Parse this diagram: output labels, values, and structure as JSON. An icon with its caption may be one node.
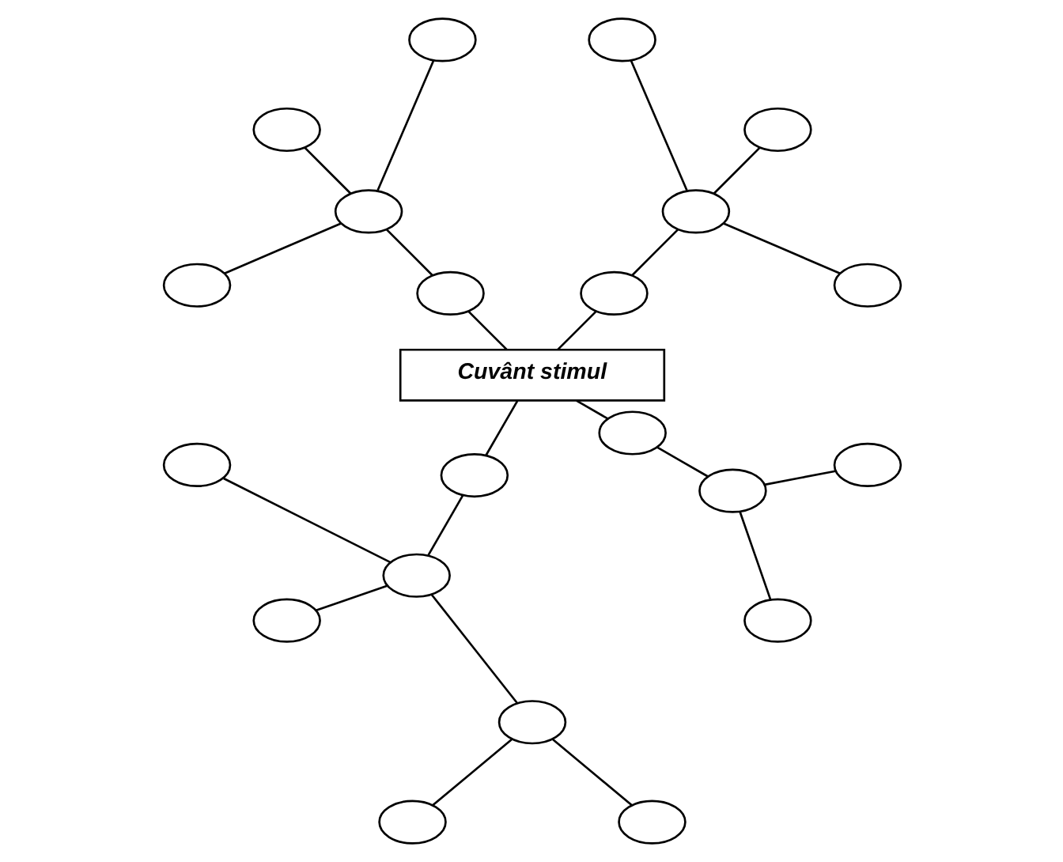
{
  "diagram": {
    "nodes": [
      {
        "text": [
          "Cuvânt stimul"
        ]
      },
      {
        "text": [],
        "shape": "ellipse"
      },
      {
        "text": [],
        "shape": "ellipse"
      },
      {
        "text": [],
        "shape": "ellipse"
      },
      {
        "text": [],
        "shape": "ellipse"
      },
      {
        "text": [],
        "shape": "ellipse"
      },
      {
        "text": [],
        "shape": "ellipse"
      },
      {
        "text": [],
        "shape": "ellipse"
      },
      {
        "text": [],
        "shape": "ellipse"
      },
      {
        "text": [],
        "shape": "ellipse"
      },
      {
        "text": [],
        "shape": "ellipse"
      },
      {
        "text": [],
        "shape": "ellipse"
      },
      {
        "text": [],
        "shape": "ellipse"
      },
      {
        "text": [],
        "shape": "ellipse"
      },
      {
        "text": [],
        "shape": "ellipse"
      },
      {
        "text": [],
        "shape": "ellipse"
      },
      {
        "text": [],
        "shape": "ellipse"
      },
      {
        "text": [],
        "shape": "ellipse"
      },
      {
        "text": [],
        "shape": "ellipse"
      },
      {
        "text": [],
        "shape": "ellipse"
      },
      {
        "text": [],
        "shape": "ellipse"
      },
      {
        "text": [],
        "shape": "ellipse"
      }
    ],
    "edges": [
      {
        "from": 0,
        "to": 8,
        "arrow": "none"
      },
      {
        "from": 8,
        "to": 5,
        "arrow": "none"
      },
      {
        "from": 5,
        "to": 1,
        "arrow": "none"
      },
      {
        "from": 5,
        "to": 2,
        "arrow": "none"
      },
      {
        "from": 5,
        "to": 7,
        "arrow": "none"
      },
      {
        "from": 0,
        "to": 9,
        "arrow": "none"
      },
      {
        "from": 9,
        "to": 6,
        "arrow": "none"
      },
      {
        "from": 6,
        "to": 3,
        "arrow": "none"
      },
      {
        "from": 6,
        "to": 4,
        "arrow": "none"
      },
      {
        "from": 6,
        "to": 10,
        "arrow": "none"
      },
      {
        "from": 0,
        "to": 12,
        "arrow": "none"
      },
      {
        "from": 12,
        "to": 14,
        "arrow": "none"
      },
      {
        "from": 14,
        "to": 11,
        "arrow": "none"
      },
      {
        "from": 14,
        "to": 16,
        "arrow": "none"
      },
      {
        "from": 14,
        "to": 17,
        "arrow": "none"
      },
      {
        "from": 17,
        "to": 20,
        "arrow": "none"
      },
      {
        "from": 17,
        "to": 21,
        "arrow": "none"
      },
      {
        "from": 0,
        "to": 13,
        "arrow": "none"
      },
      {
        "from": 13,
        "to": 15,
        "arrow": "none"
      },
      {
        "from": 15,
        "to": 18,
        "arrow": "none"
      },
      {
        "from": 15,
        "to": 19,
        "arrow": "none"
      }
    ]
  }
}
